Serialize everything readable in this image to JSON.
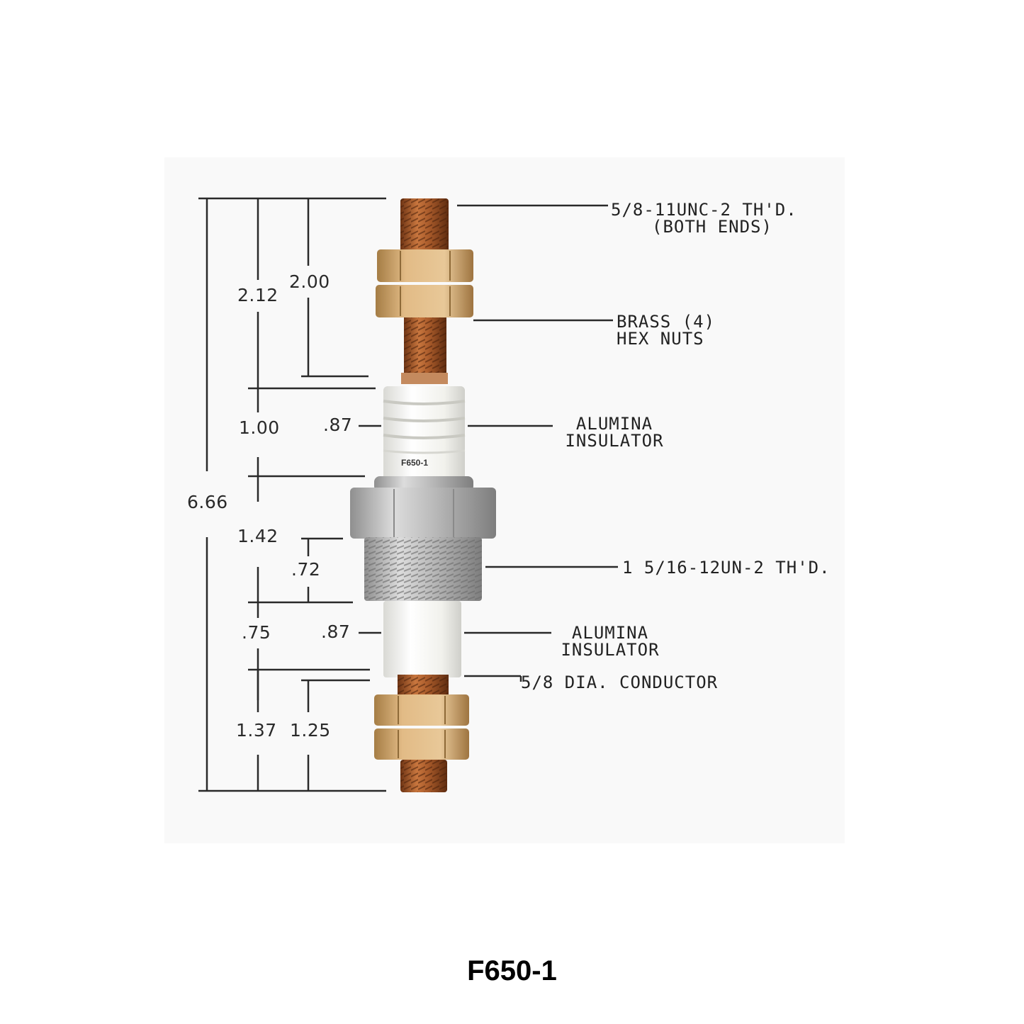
{
  "part_number_title": "F650-1",
  "body_stamp": "F650-1",
  "callouts": {
    "thread_top_line1": "5/8-11UNC-2 TH'D.",
    "thread_top_line2": "(BOTH ENDS)",
    "nuts_line1": "BRASS (4)",
    "nuts_line2": "HEX NUTS",
    "insulator_upper_line1": "ALUMINA",
    "insulator_upper_line2": "INSULATOR",
    "body_thread": "1 5/16-12UN-2 TH'D.",
    "insulator_lower_line1": "ALUMINA",
    "insulator_lower_line2": "INSULATOR",
    "conductor": "5/8 DIA. CONDUCTOR"
  },
  "dimensions": {
    "overall": "6.66",
    "top_stud_total": "2.12",
    "top_stud_thread": "2.00",
    "upper_insulator_len": "1.00",
    "upper_insulator_dia": ".87",
    "body_len": "1.42",
    "body_thread_len": ".72",
    "lower_insulator_len": ".75",
    "lower_insulator_dia": ".87",
    "bottom_stud_total": "1.37",
    "bottom_stud_thread": "1.25"
  },
  "colors": {
    "copper": "#b5652f",
    "brass": "#d9b07a",
    "ceramic": "#f4f4f0",
    "steel": "#b8b8b8",
    "line": "#2a2a2a"
  }
}
